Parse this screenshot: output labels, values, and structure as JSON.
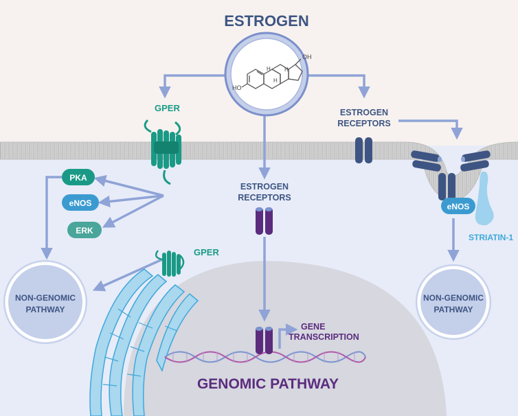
{
  "title": "ESTROGEN",
  "molecule": {
    "oh_top": "OH",
    "ho_left": "HO",
    "h1": "H",
    "h2": "H",
    "h3": "H"
  },
  "gper_membrane_label": "GPER",
  "gper_er_label": "GPER",
  "kinases": [
    "PKA",
    "eNOS",
    "ERK"
  ],
  "left_pathway": [
    "NON-GENOMIC",
    "PATHWAY"
  ],
  "center_receptors": [
    "ESTROGEN",
    "RECEPTORS"
  ],
  "right_receptors": [
    "ESTROGEN",
    "RECEPTORS"
  ],
  "right_enos": "eNOS",
  "striatin": "STRIATIN-1",
  "right_pathway": [
    "NON-GENOMIC",
    "PATHWAY"
  ],
  "gene_transcription": [
    "GENE",
    "TRANSCRIPTION"
  ],
  "genomic_pathway": "GENOMIC PATHWAY",
  "colors": {
    "extracellular": "#f7f2ef",
    "cytoplasm": "#e7ecf8",
    "membrane": "#c9c9c9",
    "nucleus": "#d6d7df",
    "arrow": "#8fa3d6",
    "gper": "#1a9a86",
    "receptor_navy": "#3e5583",
    "receptor_purple": "#5b2c7e",
    "title_text": "#3e5583",
    "pathway_circle": "#c4cfea",
    "er_organelle": "#a9d8ef",
    "striatin_fill": "#9fd2ee"
  }
}
